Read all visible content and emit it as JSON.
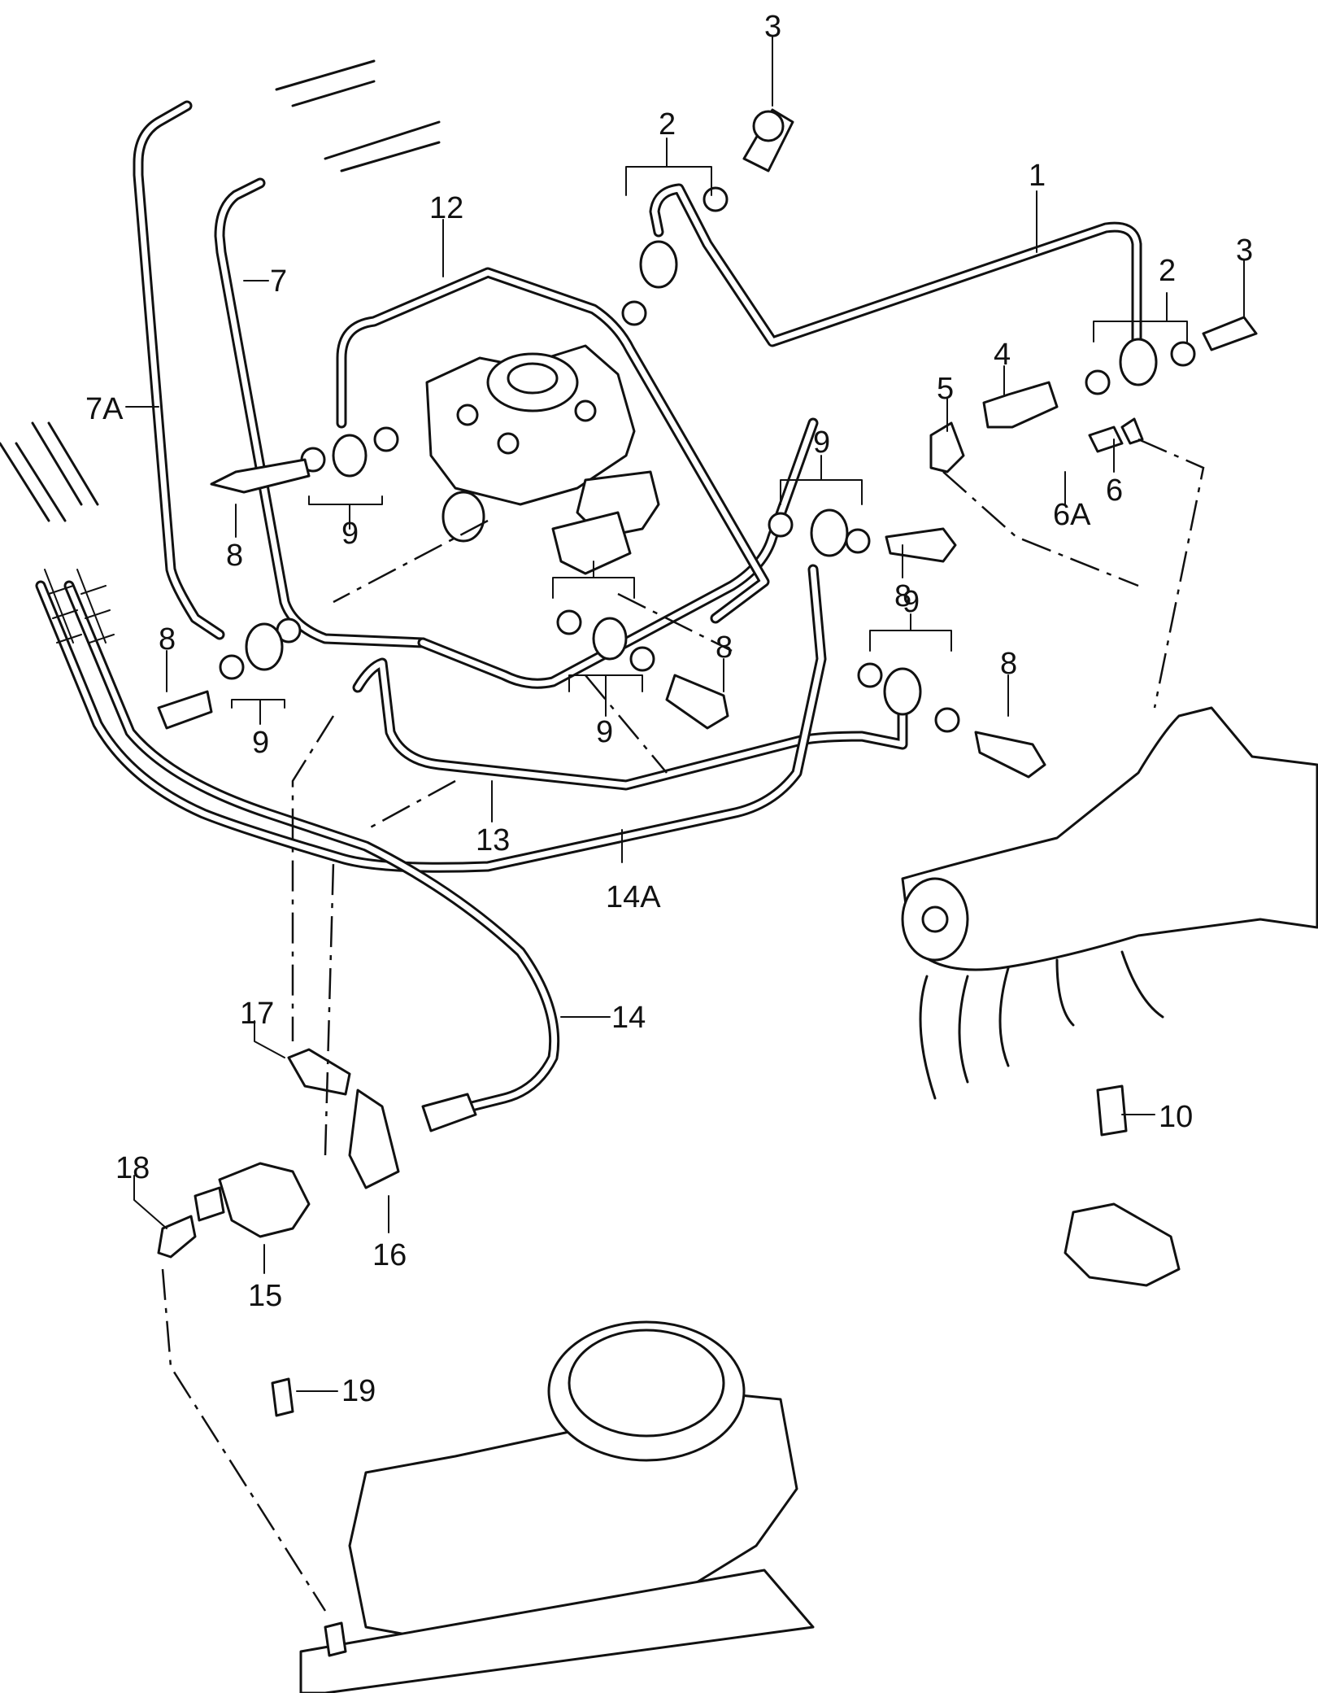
{
  "callouts": {
    "c1": "1",
    "c2a": "2",
    "c2b": "2",
    "c3a": "3",
    "c3b": "3",
    "c4": "4",
    "c5": "5",
    "c6": "6",
    "c6A": "6A",
    "c7": "7",
    "c7A": "7A",
    "c8a": "8",
    "c8b": "8",
    "c8c": "8",
    "c8d": "8",
    "c8e": "8",
    "c9a": "9",
    "c9b": "9",
    "c9c": "9",
    "c9d": "9",
    "c9e": "9",
    "c10": "10",
    "c12": "12",
    "c13": "13",
    "c14": "14",
    "c14A": "14A",
    "c15": "15",
    "c16": "16",
    "c17": "17",
    "c18": "18",
    "c19": "19"
  }
}
